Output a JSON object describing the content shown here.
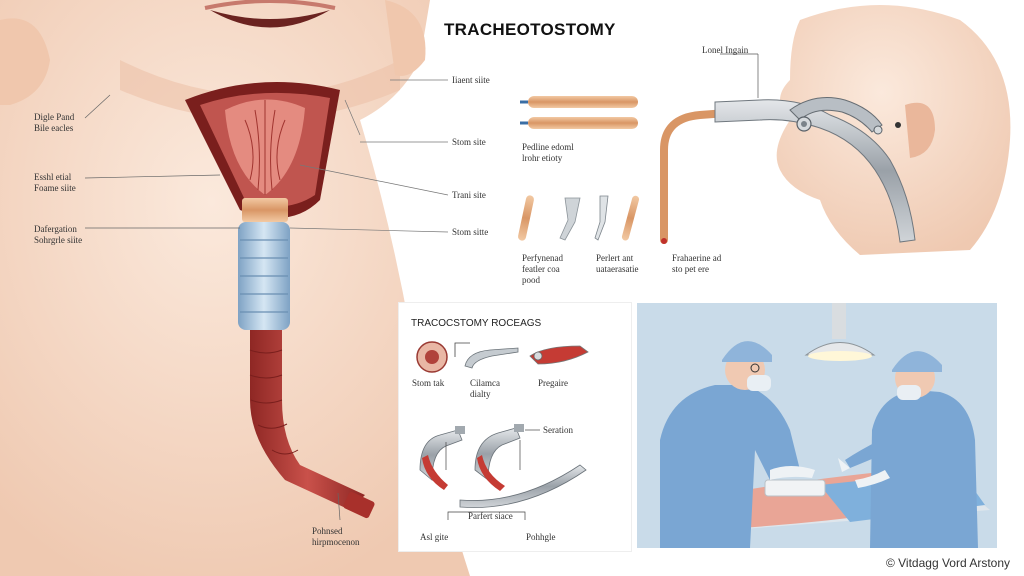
{
  "title": "TRACHEOTOSTOMY",
  "neck_labels": {
    "left1": "Digle Pand\nBile eacles",
    "left2": "Esshl etial\nFoame siite",
    "left3": "Dafergation\nSohrgrle siite",
    "bottom": "Pohnsed\nhirpmocenon"
  },
  "tubes_panel": {
    "label_inlet": "Iiaent siite",
    "label_stom": "Stom site",
    "label_perlne": "Pedline edoml\nlrohr etioty",
    "label_tran": "Trani site",
    "label_stom2": "Stom sitte",
    "instr_caption1": "Perfynenad\nfeatler coa\npood",
    "instr_caption2": "Perlert ant\nuataerasatie",
    "instr_caption3": "Frahaerine ad\nsto pet ere"
  },
  "head_panel": {
    "label": "Lonel Ingain"
  },
  "process_panel": {
    "heading": "TRACOCSTOMY ROCEAGS",
    "step1": "Stom tak",
    "step2": "Cilamca\ndialty",
    "step3": "Pregaire",
    "label_seration": "Seration",
    "label_perfect": "Parfert siace",
    "label_asl": "Asl gite",
    "label_pohhgle": "Pohhgle"
  },
  "credit": "© Vitdagg Vord Arstony",
  "colors": {
    "skin": "#f6dccb",
    "trachea_red": "#b03a36",
    "tube_blue": "#a9c7df",
    "surgery_bg": "#c6d9e8",
    "scrubs": "#7aa6d3"
  }
}
